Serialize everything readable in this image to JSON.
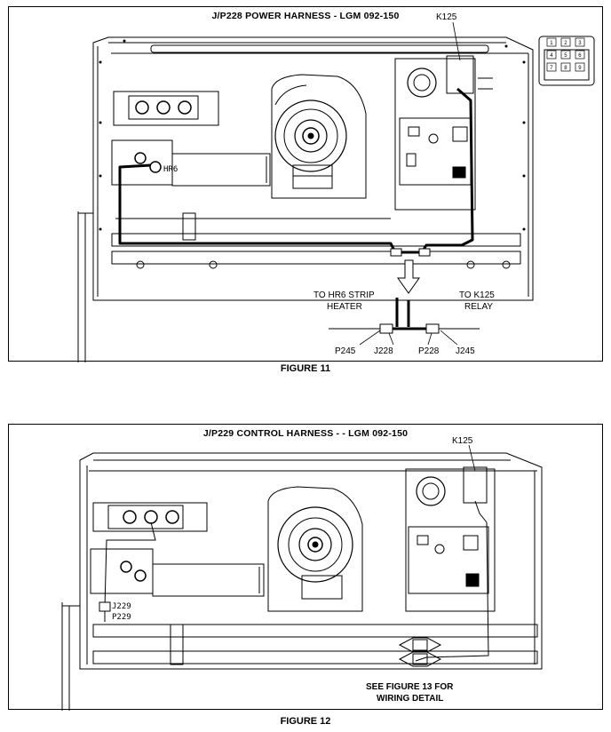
{
  "figure11": {
    "title": "J/P228 POWER HARNESS - LGM 092-150",
    "caption": "FIGURE 11",
    "labels": {
      "k125": "K125",
      "hr6": "HR6",
      "to_hr6_line1": "TO HR6 STRIP",
      "to_hr6_line2": "HEATER",
      "to_k125_line1": "TO K125",
      "to_k125_line2": "RELAY",
      "p245": "P245",
      "j228": "J228",
      "p228": "P228",
      "j245": "J245"
    },
    "connector_pins": [
      "1",
      "2",
      "3",
      "4",
      "5",
      "6",
      "7",
      "8",
      "9"
    ]
  },
  "figure12": {
    "title": "J/P229 CONTROL HARNESS - - LGM 092-150",
    "caption": "FIGURE 12",
    "labels": {
      "k125": "K125",
      "j229": "J229",
      "p229": "P229",
      "see_line1": "SEE FIGURE 13 FOR",
      "see_line2": "WIRING DETAIL"
    }
  }
}
